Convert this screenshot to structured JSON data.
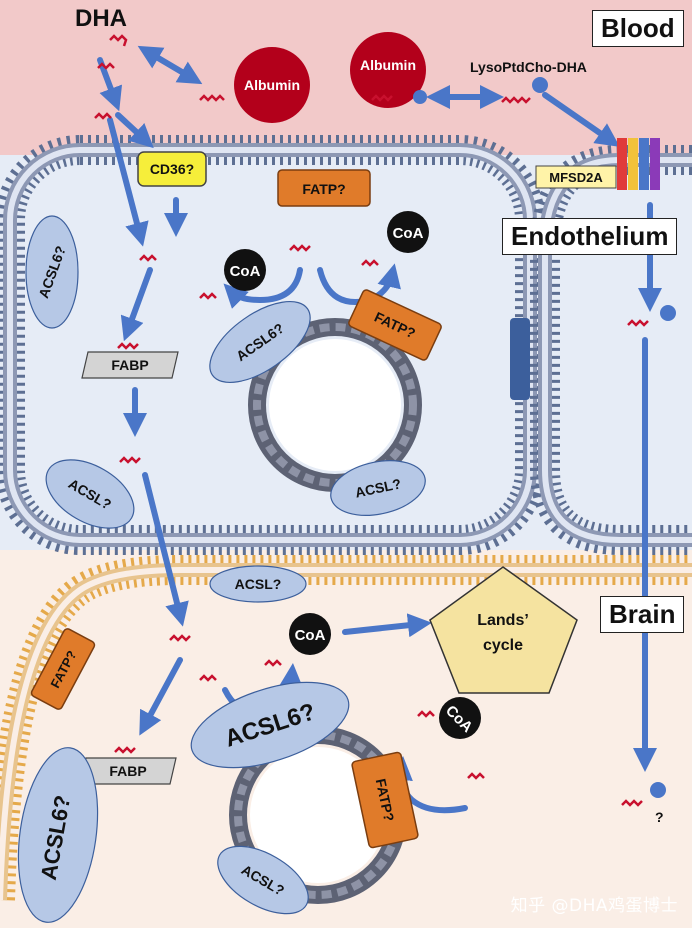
{
  "regions": {
    "blood": "Blood",
    "endothelium": "Endothelium",
    "brain": "Brain"
  },
  "molecules": {
    "dha": "DHA",
    "albumin": "Albumin",
    "lyso_ptdcho_dha": "LysoPtdCho-DHA",
    "mfsd2a": "MFSD2A",
    "coa": "CoA",
    "question": "?"
  },
  "proteins": {
    "cd36": "CD36?",
    "fatp_q": "FATP?",
    "acsl6_q": "ACSL6?",
    "acsl_q": "ACSL?",
    "fabp": "FABP"
  },
  "process": {
    "lands_cycle_line1": "Lands’",
    "lands_cycle_line2": "cycle"
  },
  "watermark": "知乎 @DHA鸡蛋博士",
  "colors": {
    "blood_bg": "#f2c9c9",
    "endothelium_bg": "#e6ecf6",
    "brain_bg": "#faeee6",
    "albumin": "#b3001b",
    "arrow": "#4a76c8",
    "fatp": "#e07b2a",
    "acsl": "#b6c8e6",
    "cd36": "#f6ee3a",
    "lands": "#f5e3a0",
    "dha_squiggle": "#c8102e"
  }
}
